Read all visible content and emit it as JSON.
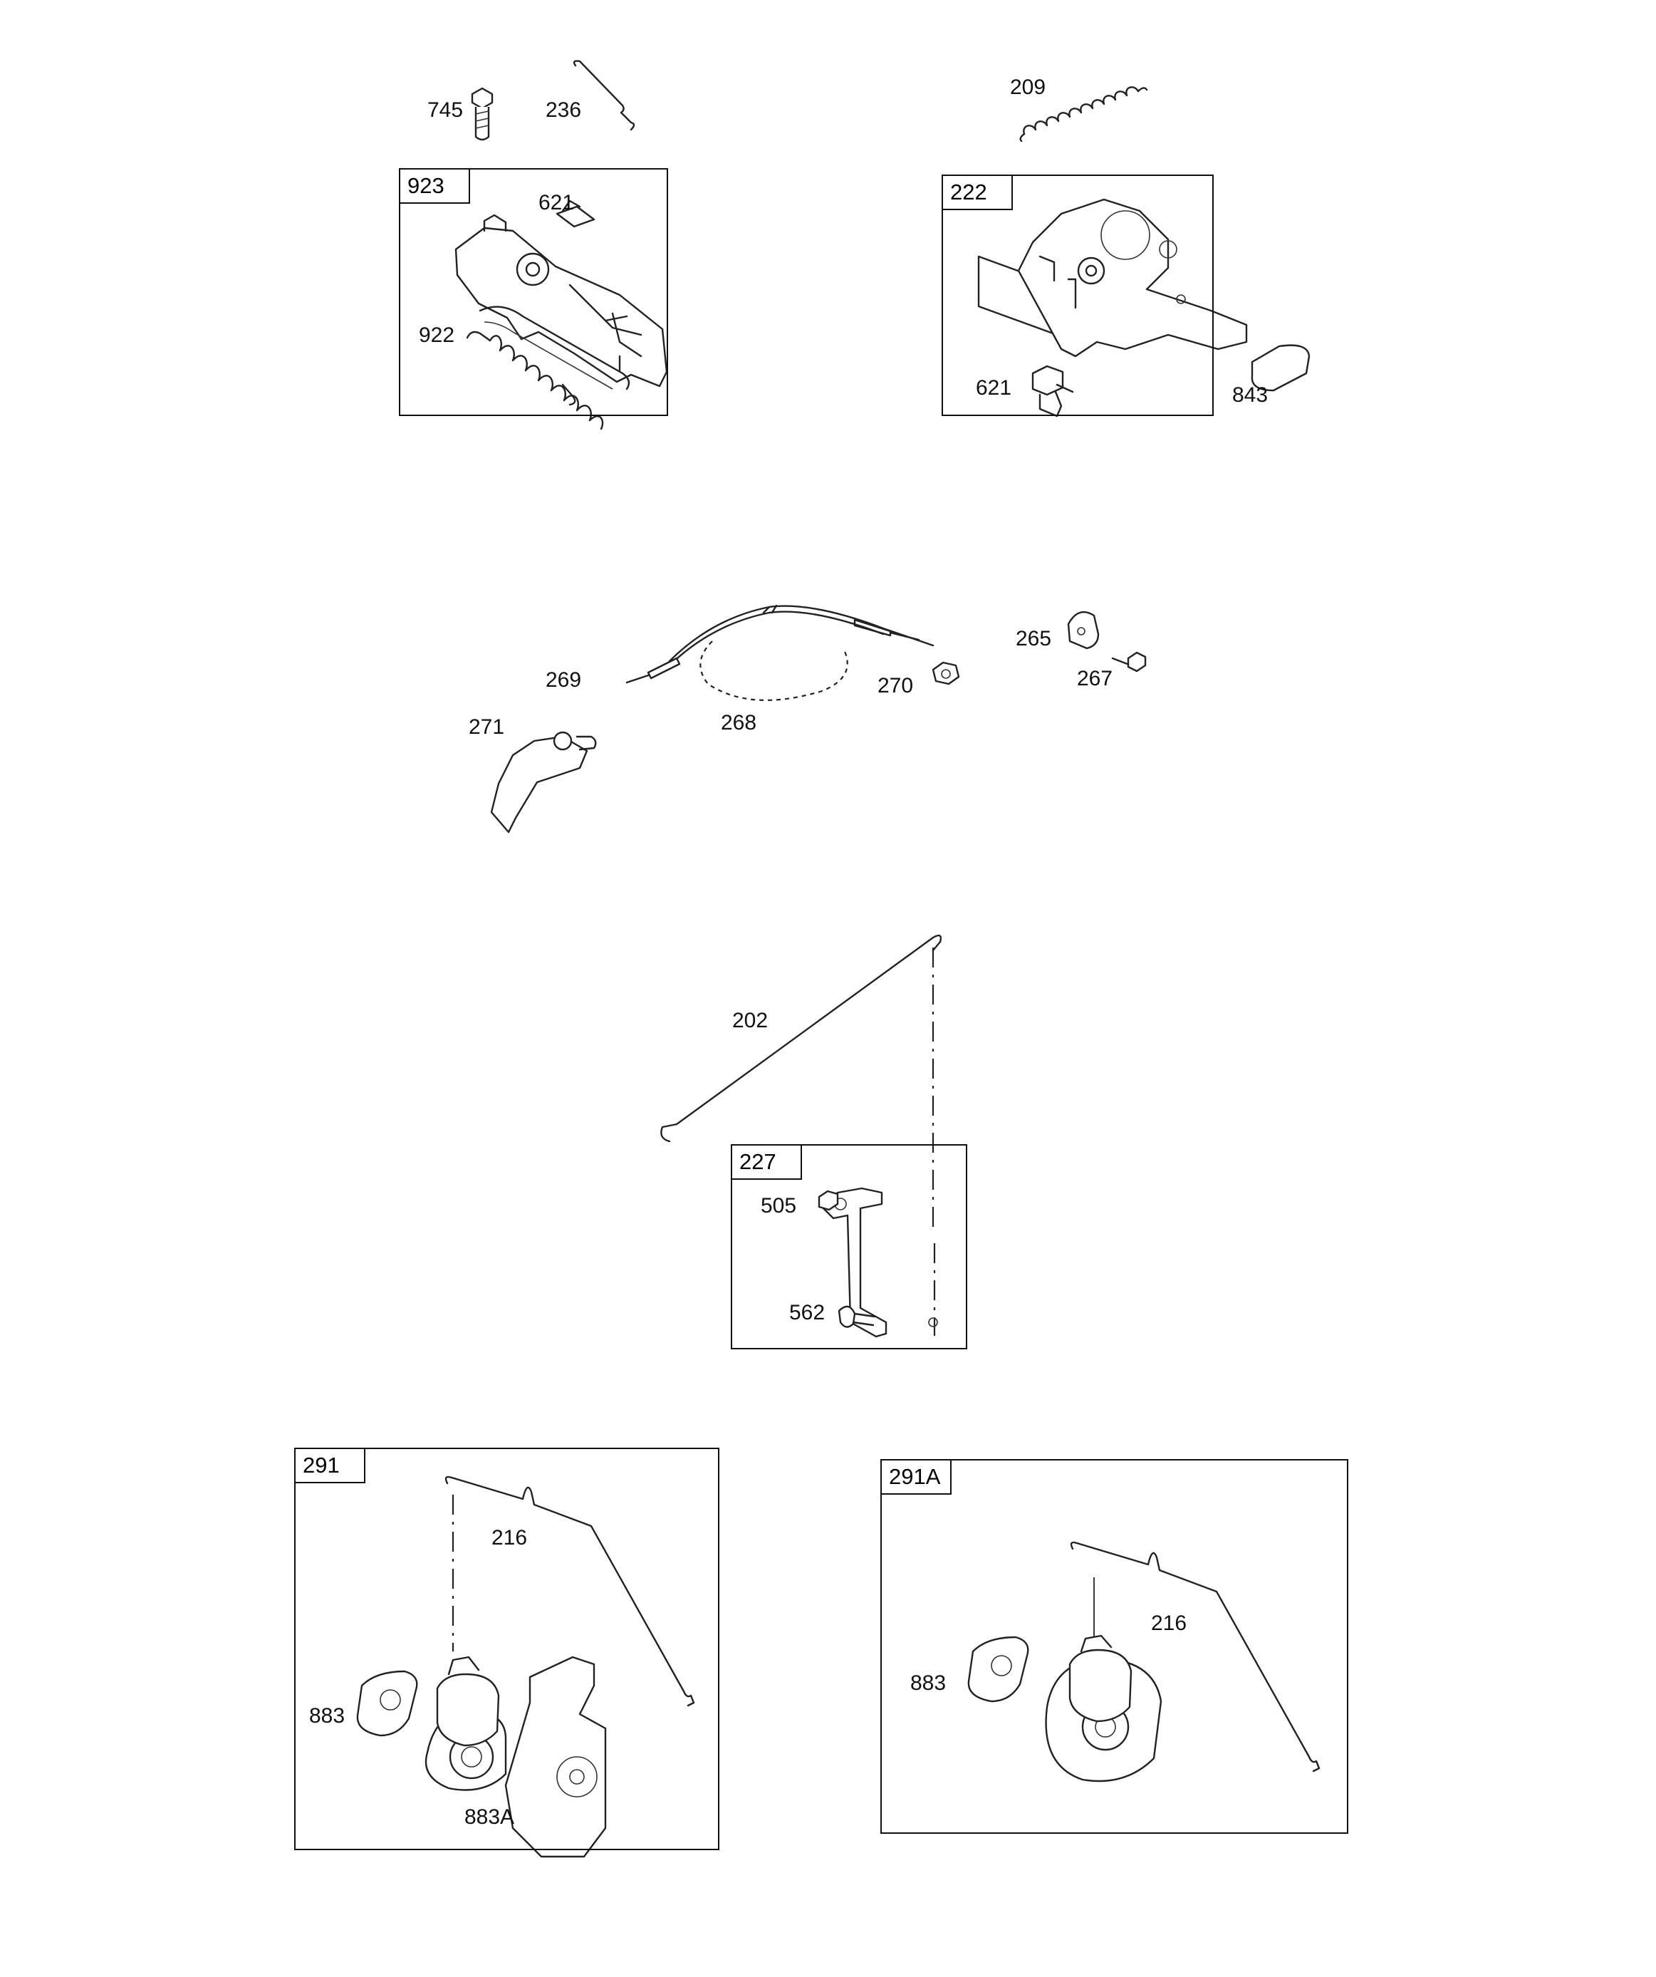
{
  "diagram": {
    "kits": [
      {
        "id": "kit-923",
        "tag": "923"
      },
      {
        "id": "kit-222",
        "tag": "222"
      },
      {
        "id": "kit-227",
        "tag": "227"
      },
      {
        "id": "kit-291",
        "tag": "291"
      },
      {
        "id": "kit-291a",
        "tag": "291A"
      }
    ],
    "callouts": {
      "p745": "745",
      "p236": "236",
      "p621a": "621",
      "p922": "922",
      "p209": "209",
      "p621b": "621",
      "p843": "843",
      "p269": "269",
      "p268": "268",
      "p270": "270",
      "p271": "271",
      "p265": "265",
      "p267": "267",
      "p202": "202",
      "p505": "505",
      "p562": "562",
      "p216a": "216",
      "p883a": "883",
      "p883A": "883A",
      "p216b": "216",
      "p883b": "883"
    }
  }
}
